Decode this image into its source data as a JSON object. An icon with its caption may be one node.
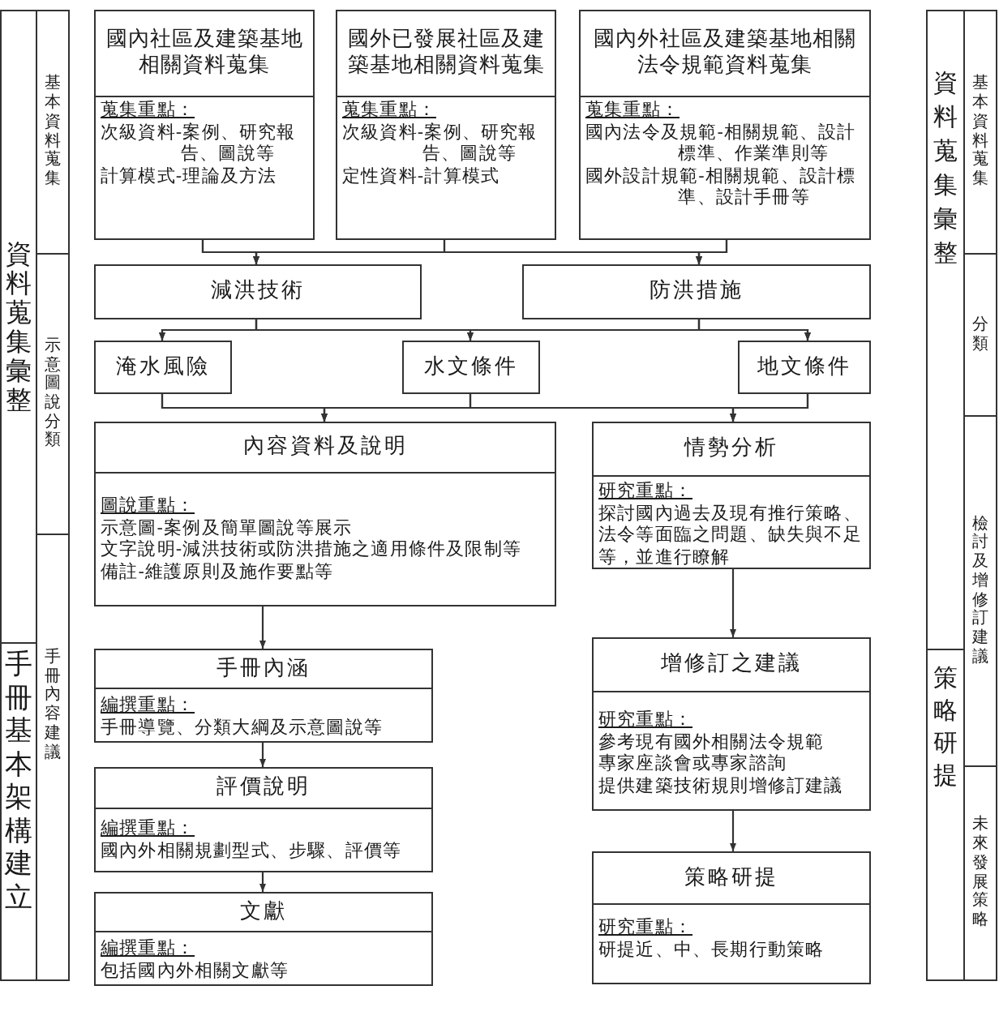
{
  "diagram": {
    "nodes": [
      {
        "text": [
          "資料蒐集彙整"
        ]
      },
      {
        "text": [
          "手冊基本架構建立"
        ]
      },
      {
        "text": [
          "基本資料蒐集"
        ]
      },
      {
        "text": [
          "示意圖說分類"
        ]
      },
      {
        "text": [
          "手冊內容建議"
        ]
      },
      {
        "text": [
          "國內社區及建築基地相關資料蒐集",
          "蒐集重點：",
          "次級資料-案例、研究報告、圖說等",
          "計算模式-理論及方法"
        ]
      },
      {
        "text": [
          "國外已發展社區及建築基地相關資料蒐集",
          "蒐集重點：",
          "次級資料-案例、研究報告、圖說等",
          "定性資料-計算模式"
        ]
      },
      {
        "text": [
          "國內外社區及建築基地相關法令規範資料蒐集",
          "蒐集重點：",
          "國內法令及規範-相關規範、設計標準、作業準則等",
          "國外設計規範-相關規範、設計標準、設計手冊等"
        ]
      },
      {
        "text": [
          "減洪技術"
        ]
      },
      {
        "text": [
          "防洪措施"
        ]
      },
      {
        "text": [
          "淹水風險"
        ]
      },
      {
        "text": [
          "水文條件"
        ]
      },
      {
        "text": [
          "地文條件"
        ]
      },
      {
        "text": [
          "內容資料及說明",
          "圖說重點：",
          "示意圖-案例及簡單圖說等展示",
          "文字說明-減洪技術或防洪措施之適用條件及限制等",
          "備註-維護原則及施作要點等"
        ]
      },
      {
        "text": [
          "情勢分析",
          "研究重點：",
          "探討國內過去及現有推行策略、法令等面臨之問題、缺失與不足等，並進行瞭解"
        ]
      },
      {
        "text": [
          "手冊內涵",
          "編撰重點：",
          "手冊導覽、分類大綱及示意圖說等"
        ]
      },
      {
        "text": [
          "評價說明",
          "編撰重點：",
          "國內外相關規劃型式、步驟、評價等"
        ]
      },
      {
        "text": [
          "文獻",
          "編撰重點：",
          "包括國內外相關文獻等"
        ]
      },
      {
        "text": [
          "增修訂之建議",
          "研究重點：",
          "參考現有國外相關法令規範",
          "專家座談會或專家諮詢",
          "提供建築技術規則增修訂建議"
        ]
      },
      {
        "text": [
          "策略研提",
          "研究重點：",
          "研提近、中、長期行動策略"
        ]
      },
      {
        "text": [
          "資料蒐集彙整"
        ]
      },
      {
        "text": [
          "策略研提"
        ]
      },
      {
        "text": [
          "基本資料蒐集"
        ]
      },
      {
        "text": [
          "分類"
        ]
      },
      {
        "text": [
          "檢討及增修訂建議"
        ]
      },
      {
        "text": [
          "未來發展策略"
        ]
      }
    ],
    "edges": [
      {
        "from": 5,
        "to": 8,
        "arrow": "to"
      },
      {
        "from": 5,
        "to": 9,
        "arrow": "to"
      },
      {
        "from": 6,
        "to": 8,
        "arrow": "to"
      },
      {
        "from": 6,
        "to": 9,
        "arrow": "to"
      },
      {
        "from": 7,
        "to": 8,
        "arrow": "to"
      },
      {
        "from": 7,
        "to": 9,
        "arrow": "to"
      },
      {
        "from": 8,
        "to": 10,
        "arrow": "to"
      },
      {
        "from": 8,
        "to": 11,
        "arrow": "to"
      },
      {
        "from": 8,
        "to": 12,
        "arrow": "to"
      },
      {
        "from": 9,
        "to": 10,
        "arrow": "to"
      },
      {
        "from": 9,
        "to": 11,
        "arrow": "to"
      },
      {
        "from": 9,
        "to": 12,
        "arrow": "to"
      },
      {
        "from": 10,
        "to": 13,
        "arrow": "to"
      },
      {
        "from": 10,
        "to": 14,
        "arrow": "to"
      },
      {
        "from": 11,
        "to": 13,
        "arrow": "to"
      },
      {
        "from": 11,
        "to": 14,
        "arrow": "to"
      },
      {
        "from": 12,
        "to": 13,
        "arrow": "to"
      },
      {
        "from": 12,
        "to": 14,
        "arrow": "to"
      },
      {
        "from": 13,
        "to": 15,
        "arrow": "to"
      },
      {
        "from": 15,
        "to": 16,
        "arrow": "to"
      },
      {
        "from": 16,
        "to": 17,
        "arrow": "to"
      },
      {
        "from": 14,
        "to": 18,
        "arrow": "to"
      },
      {
        "from": 18,
        "to": 19,
        "arrow": "to"
      }
    ]
  }
}
